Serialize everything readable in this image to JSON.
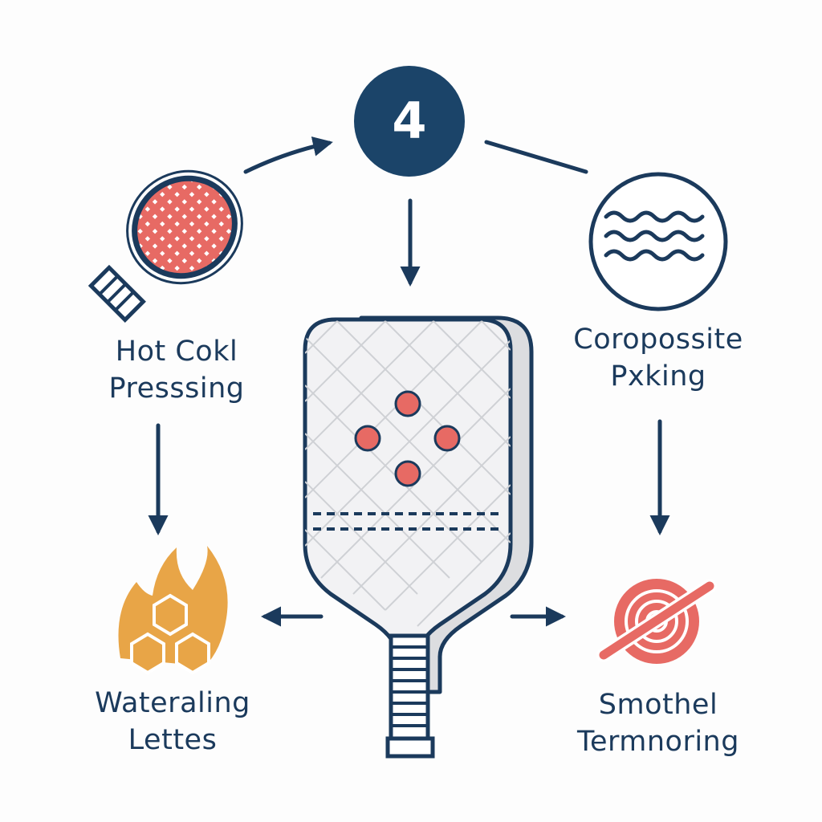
{
  "hub": {
    "number": "4"
  },
  "steps": {
    "top_left": {
      "icon": "paddle-mesh-icon",
      "line1": "Hot Cokl",
      "line2": "Presssing"
    },
    "top_right": {
      "icon": "waves-circle-icon",
      "line1": "Coropossite",
      "line2": "Pxking"
    },
    "bottom_left": {
      "icon": "honeycomb-flame-icon",
      "line1": "Wateraling",
      "line2": "Lettes"
    },
    "bottom_right": {
      "icon": "no-spin-target-icon",
      "line1": "Smothel",
      "line2": "Termnoring"
    }
  },
  "colors": {
    "navy": "#1b3a5c",
    "coral": "#e76a64",
    "amber": "#e8a547",
    "paddle_face": "#f2f2f4",
    "paddle_edge": "#dcdde0"
  }
}
